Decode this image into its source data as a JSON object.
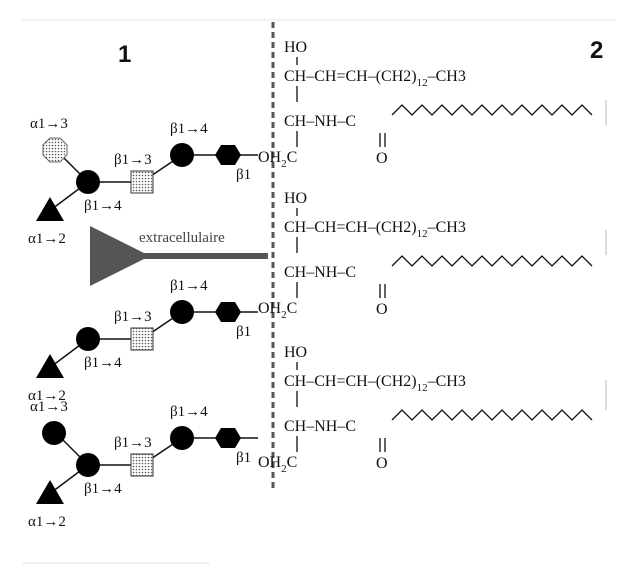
{
  "panels": {
    "left": "1",
    "right": "2"
  },
  "extracellular_label": "extracellulaire",
  "chem": {
    "ho": "HO",
    "chain_a": "CH–CH=CH–(CH2)",
    "chain_sub": "12",
    "chain_b": "–CH3",
    "amide": "CH–NH–C",
    "o": "O",
    "oh2c_a": "OH",
    "oh2c_sub": "2",
    "oh2c_b": "C"
  },
  "glycans": [
    {
      "labels": {
        "a13": "α1→3",
        "a12": "α1→2",
        "b14_branch": "β1→4",
        "b13": "β1→3",
        "b14_top": "β1→4",
        "b1": "β1"
      },
      "terminal": "octagon"
    },
    {
      "labels": {
        "a12": "α1→2",
        "b14_branch": "β1→4",
        "b13": "β1→3",
        "b14_top": "β1→4",
        "b1": "β1"
      },
      "terminal": "none"
    },
    {
      "labels": {
        "a13": "α1→3",
        "a12": "α1→2",
        "b14_branch": "β1→4",
        "b13": "β1→3",
        "b14_top": "β1→4",
        "b1": "β1"
      },
      "terminal": "circle"
    }
  ]
}
